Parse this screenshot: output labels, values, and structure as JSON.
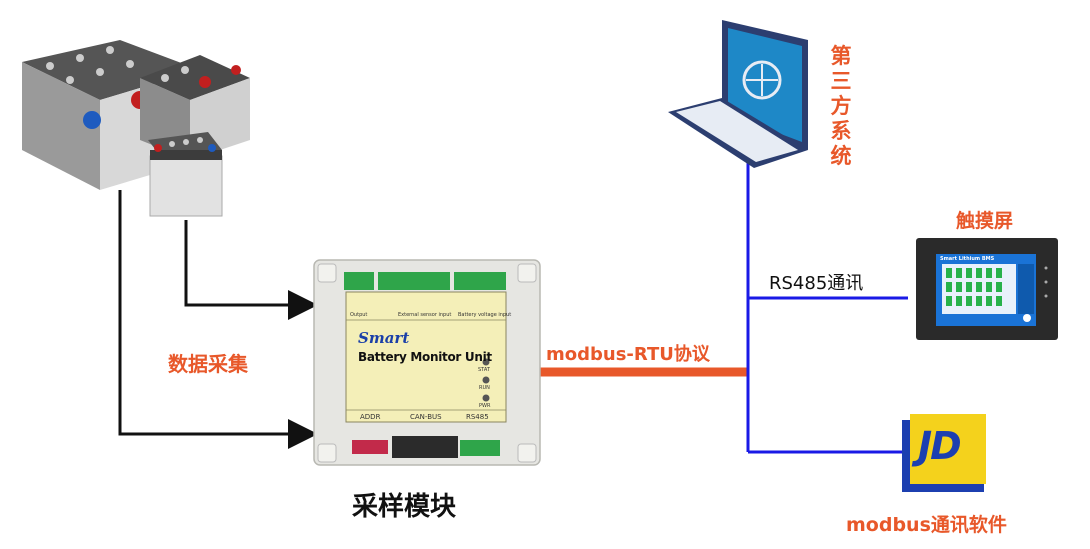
{
  "labels": {
    "third_party": [
      "第",
      "三",
      "方",
      "系",
      "统"
    ],
    "touchscreen": "触摸屏",
    "rs485": "RS485通讯",
    "modbus_rtu": "modbus-RTU协议",
    "data_collect": "数据采集",
    "module": "采样模块",
    "modbus_software": "modbus通讯软件"
  },
  "device": {
    "brand": "Smart",
    "name": "Battery Monitor Unit",
    "leds": [
      "STAT",
      "RUN",
      "PWR"
    ],
    "top_labels": [
      "Output",
      "External sensor input",
      "Battery voltage input"
    ],
    "bottom_labels": [
      "ADDR",
      "CAN-BUS",
      "RS485"
    ]
  },
  "hmi": {
    "title": "Smart Lithium BMS"
  },
  "software": {
    "logo_text": "JD"
  },
  "colors": {
    "orange": "#e8582a",
    "blue": "#1a1ae6",
    "black": "#111111"
  }
}
